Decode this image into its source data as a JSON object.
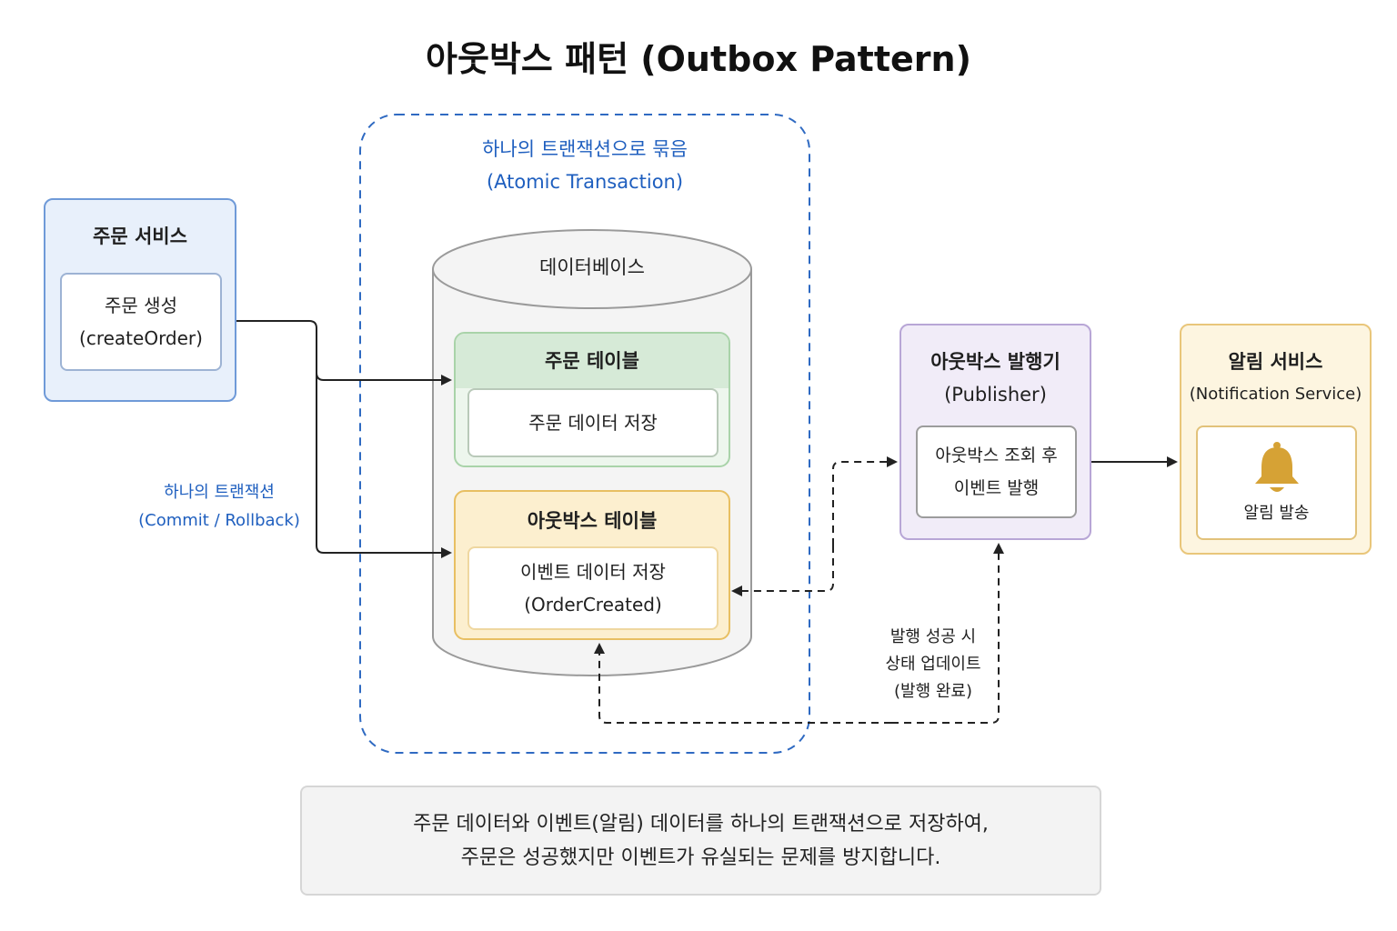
{
  "title": "아웃박스 패턴 (Outbox Pattern)",
  "transaction_group": {
    "label_line1": "하나의 트랜잭션으로 묶음",
    "label_line2": "(Atomic Transaction)"
  },
  "order_service": {
    "title": "주문 서비스",
    "inner_line1": "주문 생성",
    "inner_line2": "(createOrder)"
  },
  "transaction_note": {
    "line1": "하나의 트랜잭션",
    "line2": "(Commit / Rollback)"
  },
  "database": {
    "title": "데이터베이스",
    "order_table": {
      "title": "주문 테이블",
      "inner": "주문 데이터 저장"
    },
    "outbox_table": {
      "title": "아웃박스 테이블",
      "inner_line1": "이벤트 데이터 저장",
      "inner_line2": "(OrderCreated)"
    }
  },
  "publisher": {
    "title_line1": "아웃박스 발행기",
    "title_line2": "(Publisher)",
    "inner_line1": "아웃박스 조회 후",
    "inner_line2": "이벤트 발행"
  },
  "notification_service": {
    "title_line1": "알림 서비스",
    "title_line2": "(Notification Service)",
    "inner": "알림 발송",
    "icon": "bell-icon"
  },
  "status_update_note": {
    "line1": "발행 성공 시",
    "line2": "상태 업데이트",
    "line3": "(발행 완료)"
  },
  "footer_note": {
    "line1": "주문 데이터와 이벤트(알림) 데이터를 하나의 트랜잭션으로 저장하여,",
    "line2": "주문은 성공했지만 이벤트가 유실되는 문제를 방지합니다."
  },
  "colors": {
    "transaction_blue": "#1f5fbf",
    "order_service_bg": "#e8f0fb",
    "order_table_bg": "#edf6ed",
    "outbox_table_bg": "#fcefcf",
    "publisher_bg": "#f1ecf8",
    "notification_bg": "#fdf5e0",
    "bell": "#d6a235"
  }
}
